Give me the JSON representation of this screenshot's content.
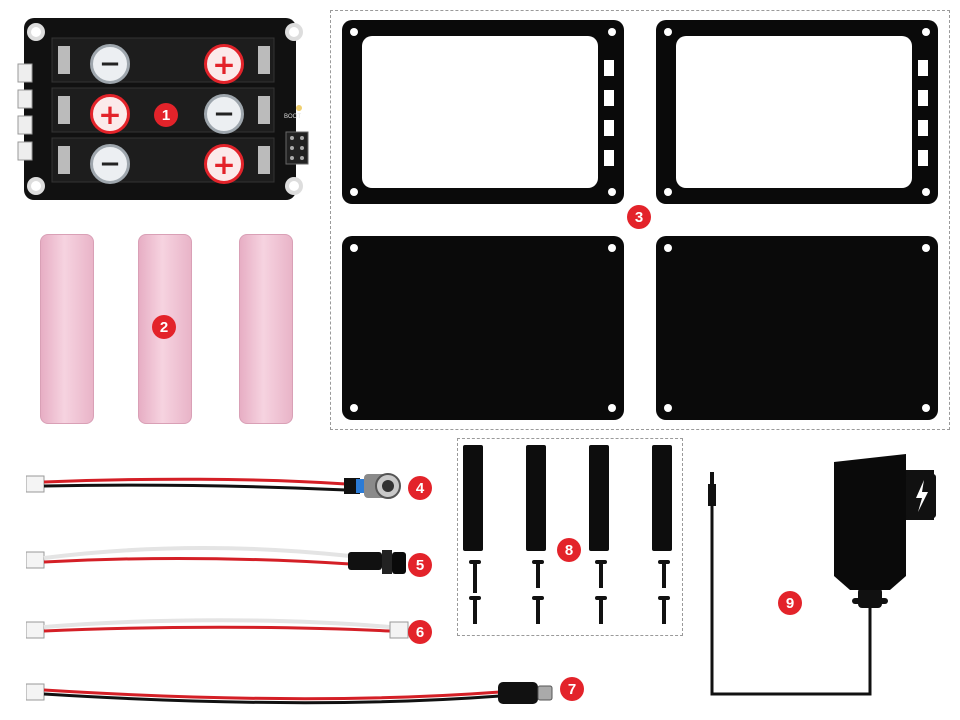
{
  "labels": {
    "n1": "1",
    "n2": "2",
    "n3": "3",
    "n4": "4",
    "n5": "5",
    "n6": "6",
    "n7": "7",
    "n8": "8",
    "n9": "9"
  },
  "board": {
    "plus": "+",
    "minus": "−",
    "boot_label": "BOOT"
  },
  "colors": {
    "badge": "#e3232a",
    "black": "#0a0a0a",
    "battery": "#f1c5d6",
    "wire_red": "#d41f26",
    "wire_black": "#111111",
    "wire_white": "#f4f4f4"
  }
}
